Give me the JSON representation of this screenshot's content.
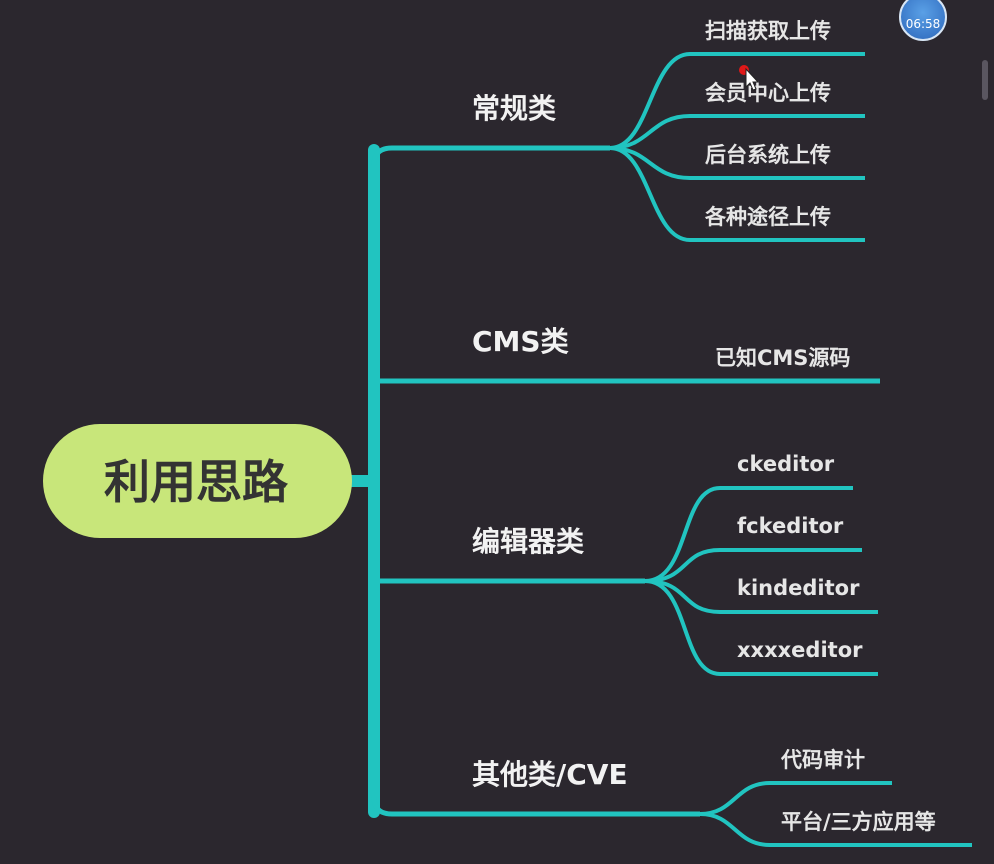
{
  "colors": {
    "background": "#2b272e",
    "connector": "#21c4c0",
    "root_fill": "#c8e67a",
    "root_text": "#333333",
    "label_text": "#f2f2f2"
  },
  "timer": {
    "label": "06:58"
  },
  "mindmap": {
    "root": {
      "label": "利用思路"
    },
    "branches": [
      {
        "label": "常规类",
        "leaves": [
          "扫描获取上传",
          "会员中心上传",
          "后台系统上传",
          "各种途径上传"
        ]
      },
      {
        "label": "CMS类",
        "leaves": [
          "已知CMS源码"
        ]
      },
      {
        "label": "编辑器类",
        "leaves": [
          "ckeditor",
          "fckeditor",
          "kindeditor",
          "xxxxeditor"
        ]
      },
      {
        "label": "其他类/CVE",
        "leaves": [
          "代码审计",
          "平台/三方应用等"
        ]
      }
    ]
  }
}
